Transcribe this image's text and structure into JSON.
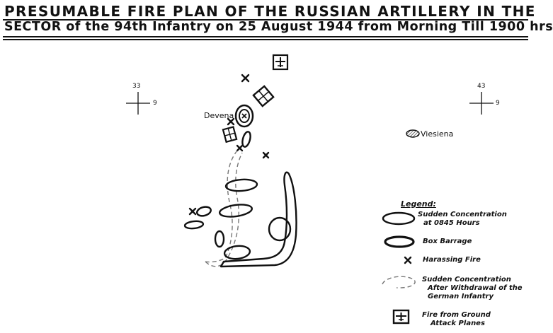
{
  "title": {
    "line1": "PRESUMABLE FIRE PLAN OF THE RUSSIAN ARTILLERY IN THE",
    "line2": "SECTOR of the 94th Infantry on 25 August 1944 from Morning Till 1900 hrs"
  },
  "grid_markers": [
    {
      "top": "33",
      "right": "9"
    },
    {
      "top": "43",
      "right": "9"
    }
  ],
  "places": {
    "devena": "Devena",
    "viesiena": "Viesiena"
  },
  "legend": {
    "title": "Legend:",
    "items": [
      {
        "lines": [
          "Sudden Concentration",
          "at 0845 Hours"
        ]
      },
      {
        "lines": [
          "Box Barrage"
        ]
      },
      {
        "lines": [
          "Harassing Fire"
        ]
      },
      {
        "lines": [
          "Sudden Concentration",
          "After Withdrawal of the",
          "German Infantry"
        ]
      },
      {
        "lines": [
          "Fire from Ground",
          "Attack Planes"
        ]
      }
    ]
  }
}
